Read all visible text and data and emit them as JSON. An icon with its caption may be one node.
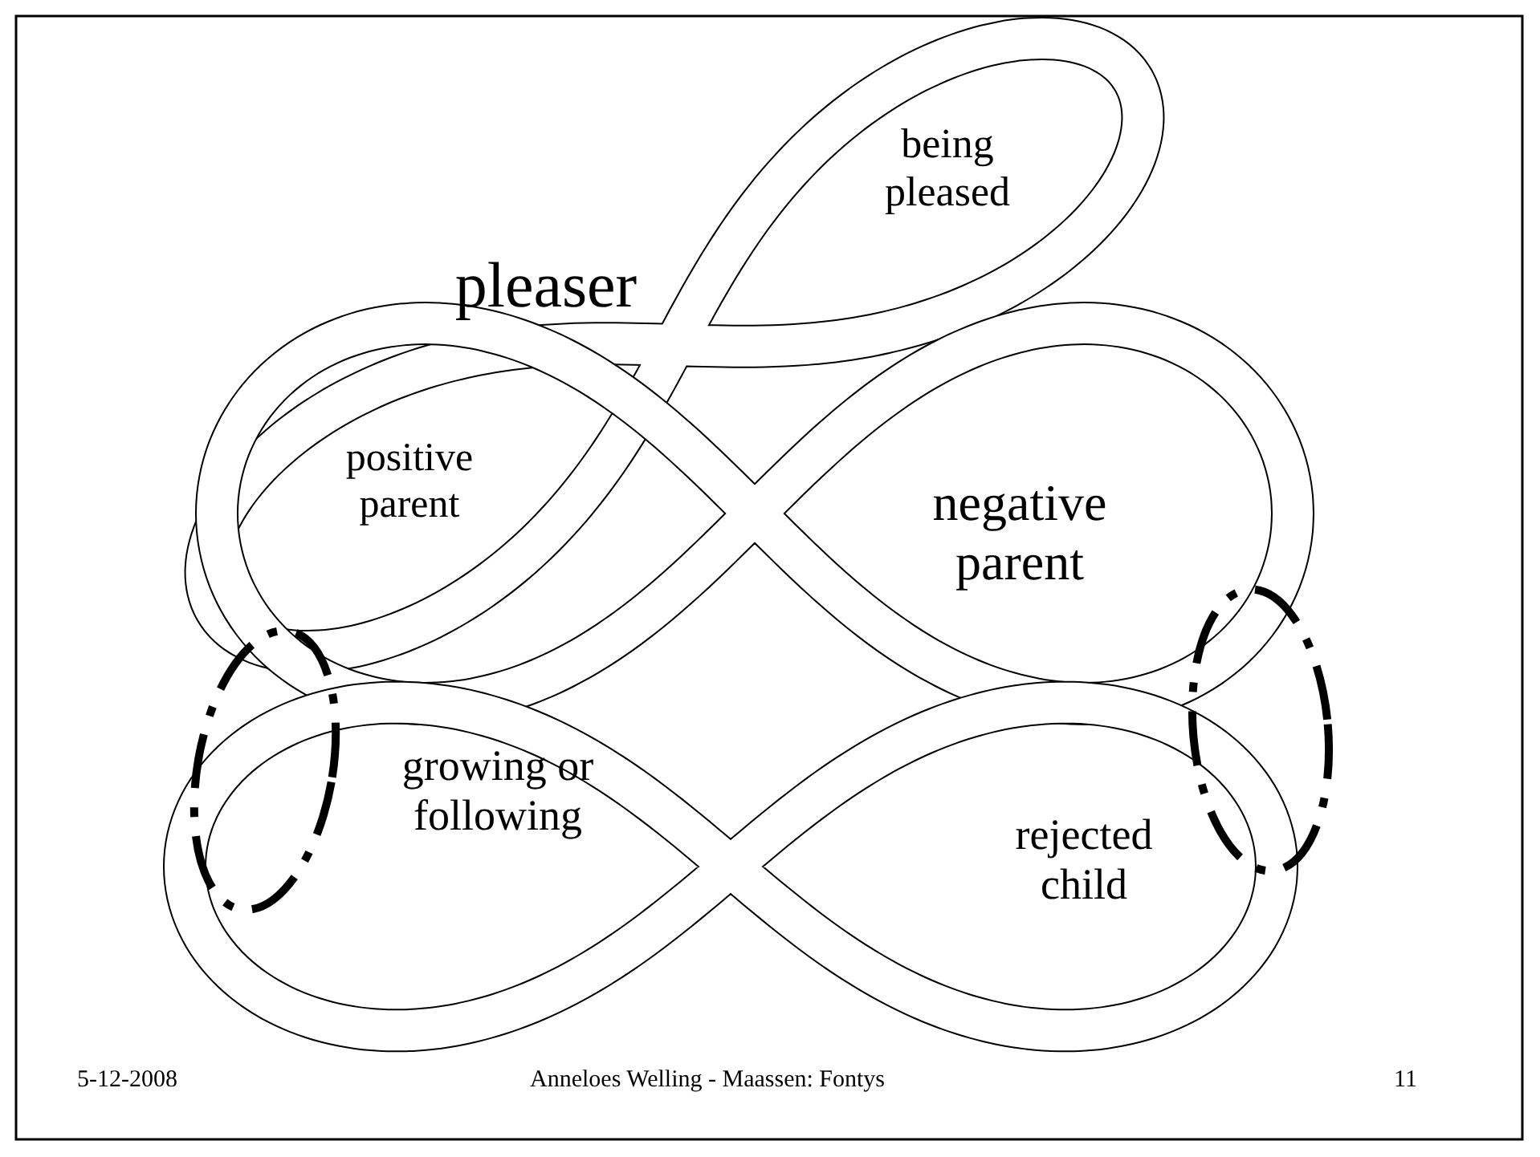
{
  "diagram": {
    "nodes": [
      {
        "text": [
          "pleaser"
        ]
      },
      {
        "text": [
          "being pleased"
        ]
      },
      {
        "text": [
          "positive parent"
        ]
      },
      {
        "text": [
          "negative parent"
        ]
      },
      {
        "text": [
          "growing or following"
        ]
      },
      {
        "text": [
          "rejected child"
        ]
      },
      {
        "text": [],
        "shape": "ellipse"
      },
      {
        "text": [],
        "shape": "ellipse"
      }
    ],
    "labels": [
      "5-12-2008",
      "Anneloes Welling - Maassen: Fontys",
      "11"
    ]
  }
}
